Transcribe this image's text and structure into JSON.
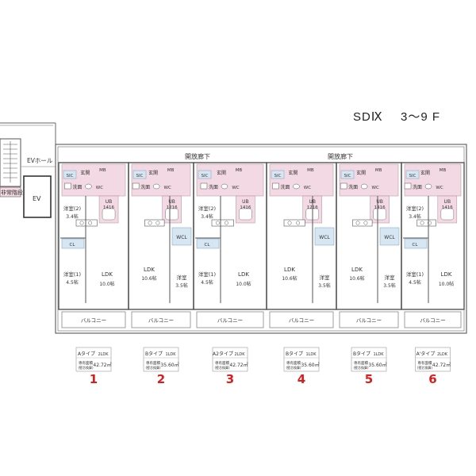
{
  "title": {
    "building": "SDⅨ",
    "floors": "3～9 F"
  },
  "common": {
    "corridor_left": "開放廊下",
    "corridor_right": "開放廊下",
    "ev_hall": "EVホール",
    "ev": "EV",
    "stairs": "非常階段"
  },
  "colors": {
    "pink": "#f3d9e3",
    "blue": "#d6e7f3",
    "wall": "#555555",
    "red": "#d81e1e"
  },
  "room_labels": {
    "sic": "SIC",
    "entrance": "玄関",
    "mb": "MB",
    "wc": "WC",
    "wash": "洗面",
    "ub": "UB",
    "ub_size": "1416",
    "ub_size_alt": "1216",
    "cl": "CL",
    "wcl": "WCL",
    "ldk": "LDK",
    "balcony": "バルコニー",
    "western2": "洋室(2)",
    "western2_size": "3.4帖",
    "western1": "洋室(1)",
    "western1_size": "4.5帖",
    "western": "洋室",
    "western_size": "3.5帖",
    "ldk_a_size": "10.0帖",
    "ldk_b_size": "10.6帖"
  },
  "units": [
    {
      "number": "1",
      "type": "A",
      "type_suffix": "タイプ",
      "layout": "2LDK",
      "area_label": "専有面積",
      "area_sub": "(壁芯換算)",
      "area": "42.72㎡"
    },
    {
      "number": "2",
      "type": "B",
      "type_suffix": "タイプ",
      "layout": "1LDK",
      "area_label": "専有面積",
      "area_sub": "(壁芯換算)",
      "area": "35.60㎡"
    },
    {
      "number": "3",
      "type": "A2",
      "type_suffix": "タイプ",
      "layout": "2LDK",
      "area_label": "専有面積",
      "area_sub": "(壁芯換算)",
      "area": "42.72㎡"
    },
    {
      "number": "4",
      "type": "B",
      "type_suffix": "タイプ",
      "layout": "1LDK",
      "area_label": "専有面積",
      "area_sub": "(壁芯換算)",
      "area": "35.60㎡"
    },
    {
      "number": "5",
      "type": "B",
      "type_suffix": "タイプ",
      "layout": "1LDK",
      "area_label": "専有面積",
      "area_sub": "(壁芯換算)",
      "area": "35.60㎡"
    },
    {
      "number": "6",
      "type": "A'",
      "type_suffix": "タイプ",
      "layout": "2LDK",
      "area_label": "専有面積",
      "area_sub": "(壁芯換算)",
      "area": "42.72㎡"
    }
  ]
}
